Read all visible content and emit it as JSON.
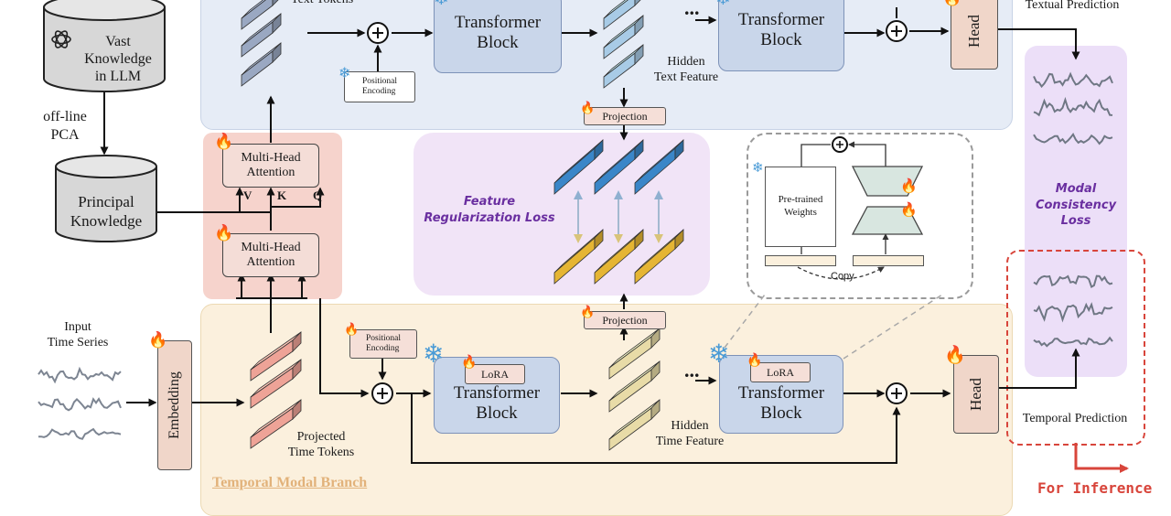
{
  "knowledge": {
    "vast_line1": "Vast",
    "vast_line2": "Knowledge",
    "vast_line3": "in LLM",
    "pca_line1": "off-line",
    "pca_line2": "PCA",
    "principal_line1": "Principal",
    "principal_line2": "Knowledge"
  },
  "text_branch": {
    "text_tokens": "Text Tokens",
    "positional_line1": "Positional",
    "positional_line2": "Encoding",
    "block1_line1": "Transformer",
    "block1_line2": "Block",
    "block2_line1": "Transformer",
    "block2_line2": "Block",
    "ellipsis": "...",
    "hidden_line1": "Hidden",
    "hidden_line2": "Text Feature",
    "head": "Head",
    "output": "Textual Prediction",
    "projection": "Projection"
  },
  "attention": {
    "mha1_line1": "Multi-Head",
    "mha1_line2": "Attention",
    "mha2_line1": "Multi-Head",
    "mha2_line2": "Attention",
    "v": "V",
    "k": "K",
    "q": "Q"
  },
  "regularization": {
    "line1": "Feature",
    "line2": "Regularization Loss"
  },
  "lora_inset": {
    "weights_line1": "Pre-trained",
    "weights_line2": "Weights",
    "copy": "Copy"
  },
  "consistency": {
    "line1": "Modal",
    "line2": "Consistency",
    "line3": "Loss"
  },
  "temporal_branch": {
    "input_line1": "Input",
    "input_line2": "Time Series",
    "embedding": "Embedding",
    "projected_line1": "Projected",
    "projected_line2": "Time Tokens",
    "positional_line1": "Positional",
    "positional_line2": "Encoding",
    "lora1": "LoRA",
    "lora2": "LoRA",
    "block1_line1": "Transformer",
    "block1_line2": "Block",
    "block2_line1": "Transformer",
    "block2_line2": "Block",
    "ellipsis": "...",
    "hidden_line1": "Hidden",
    "hidden_line2": "Time Feature",
    "projection": "Projection",
    "head": "Head",
    "output": "Temporal Prediction",
    "branch_title": "Temporal Modal Branch",
    "inference": "For Inference"
  },
  "colors": {
    "text_panel": "#e6ecf6",
    "temporal_panel": "#fbf0dd",
    "attention_panel": "#f6d3cc",
    "regularization_panel": "#f1e4f7",
    "consistency_panel": "#ecdff8",
    "text_feature_blue": "#3a86c8",
    "time_feature_gold": "#e5b534",
    "inference_red": "#d8453b"
  }
}
